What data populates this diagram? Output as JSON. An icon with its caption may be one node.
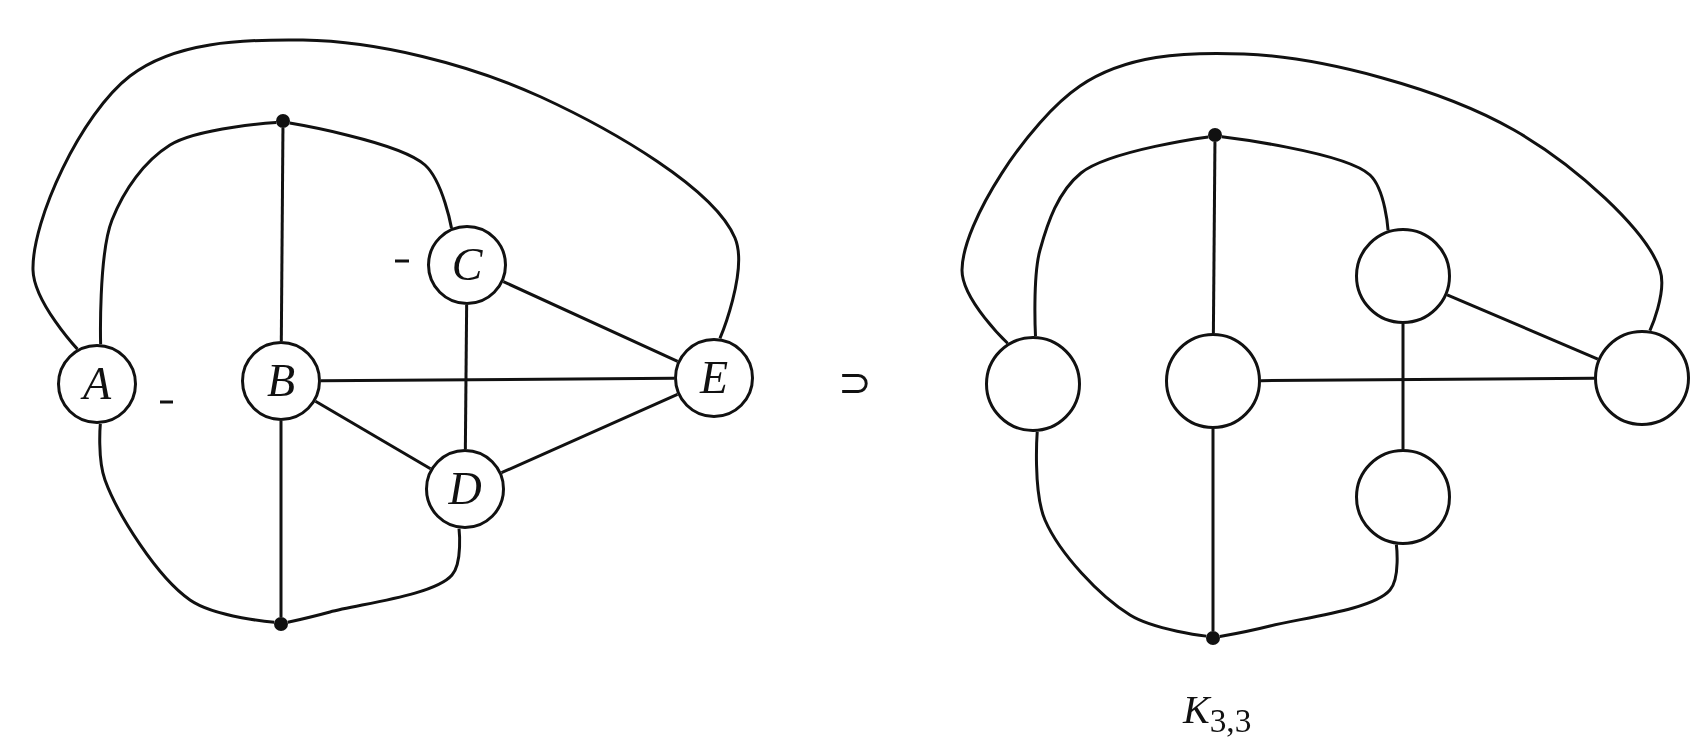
{
  "diagram": {
    "caption": "*K*$_{3,3}$",
    "nodes": [
      {
        "text": [],
        "shape": "dot"
      },
      {
        "text": [
          "A"
        ]
      },
      {
        "text": [
          "B"
        ]
      },
      {
        "text": [
          "C"
        ]
      },
      {
        "text": [
          "E"
        ]
      },
      {
        "text": [
          "D"
        ]
      },
      {
        "text": [],
        "shape": "dot"
      },
      {
        "text": [],
        "shape": "dot"
      },
      {
        "text": [],
        "shape": "circle"
      },
      {
        "text": [],
        "shape": "circle"
      },
      {
        "text": [],
        "shape": "circle"
      },
      {
        "text": [],
        "shape": "circle"
      },
      {
        "text": [],
        "shape": "circle"
      },
      {
        "text": [],
        "shape": "dot"
      }
    ],
    "edges": [
      {
        "from": 0,
        "to": 2,
        "arrow": "none"
      },
      {
        "from": 2,
        "to": 6,
        "arrow": "none"
      },
      {
        "from": 0,
        "to": 1,
        "arrow": "none"
      },
      {
        "from": 0,
        "to": 3,
        "arrow": "none"
      },
      {
        "from": 1,
        "to": 4,
        "arrow": "none"
      },
      {
        "from": 1,
        "to": 6,
        "arrow": "none"
      },
      {
        "from": 5,
        "to": 6,
        "arrow": "none"
      },
      {
        "from": 3,
        "to": 4,
        "arrow": "none"
      },
      {
        "from": 3,
        "to": 5,
        "arrow": "none"
      },
      {
        "from": 2,
        "to": 4,
        "arrow": "none"
      },
      {
        "from": 2,
        "to": 5,
        "arrow": "none"
      },
      {
        "from": 5,
        "to": 4,
        "arrow": "none"
      },
      {
        "from": 7,
        "to": 9,
        "arrow": "none"
      },
      {
        "from": 9,
        "to": 13,
        "arrow": "none"
      },
      {
        "from": 7,
        "to": 8,
        "arrow": "none"
      },
      {
        "from": 7,
        "to": 10,
        "arrow": "none"
      },
      {
        "from": 8,
        "to": 11,
        "arrow": "none"
      },
      {
        "from": 8,
        "to": 13,
        "arrow": "none"
      },
      {
        "from": 12,
        "to": 13,
        "arrow": "none"
      },
      {
        "from": 10,
        "to": 11,
        "arrow": "none"
      },
      {
        "from": 10,
        "to": 12,
        "arrow": "none"
      },
      {
        "from": 9,
        "to": 11,
        "arrow": "none"
      }
    ],
    "labels": [
      "⊃"
    ]
  }
}
